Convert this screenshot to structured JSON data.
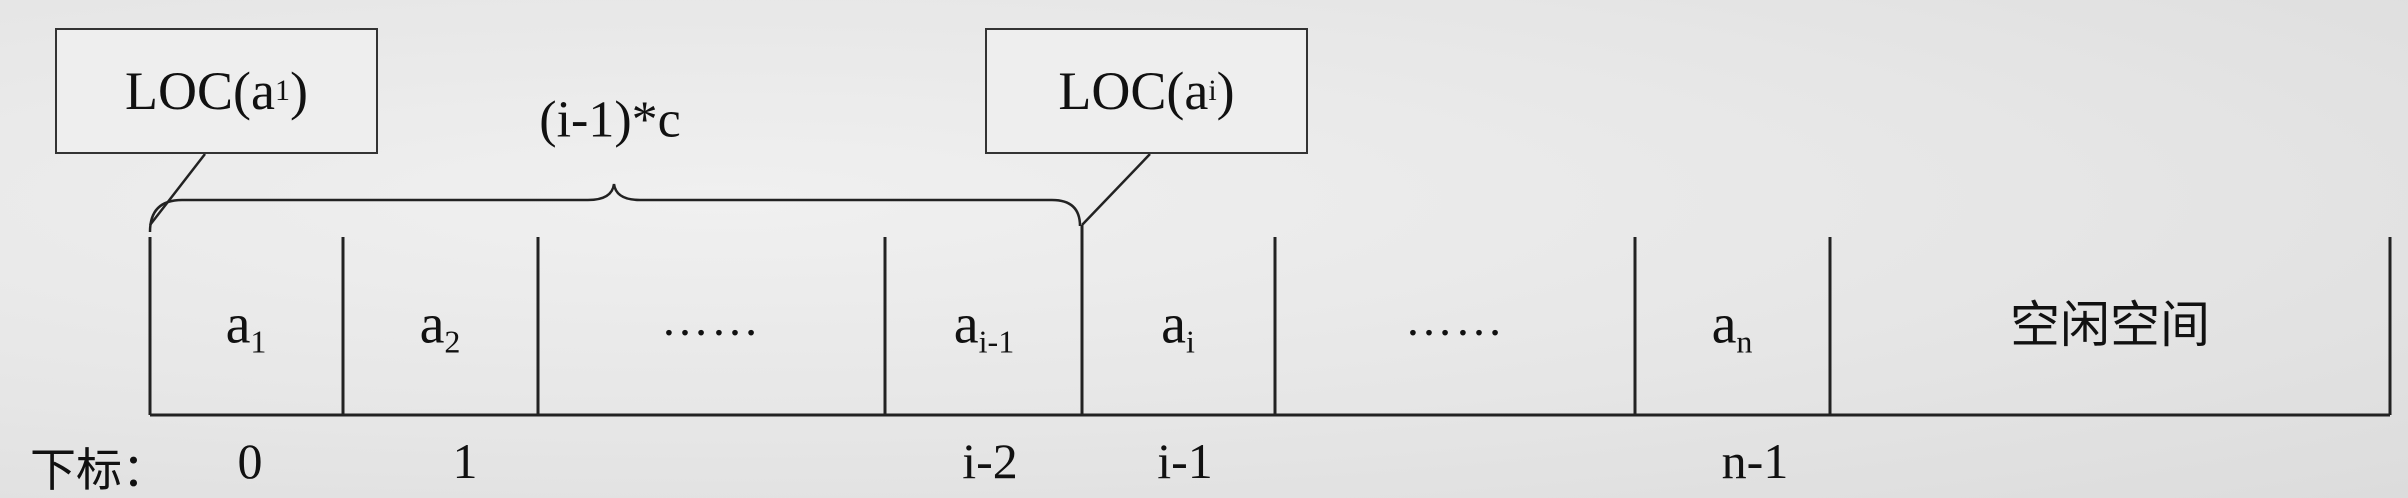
{
  "pointers": {
    "first": {
      "base": "LOC(a",
      "sub": "1",
      "close": ")"
    },
    "ith": {
      "base": "LOC(a",
      "sub": "i",
      "close": ")"
    }
  },
  "offset_label": "(i-1)*c",
  "cells": [
    {
      "base": "a",
      "sub": "1"
    },
    {
      "base": "a",
      "sub": "2"
    },
    {
      "text": "……"
    },
    {
      "base": "a",
      "sub": "i-1"
    },
    {
      "base": "a",
      "sub": "i"
    },
    {
      "text": "……"
    },
    {
      "base": "a",
      "sub": "n"
    },
    {
      "text": "空闲空间"
    }
  ],
  "index_title": "下标：",
  "indices": [
    "0",
    "1",
    "i-2",
    "i-1",
    "n-1"
  ]
}
